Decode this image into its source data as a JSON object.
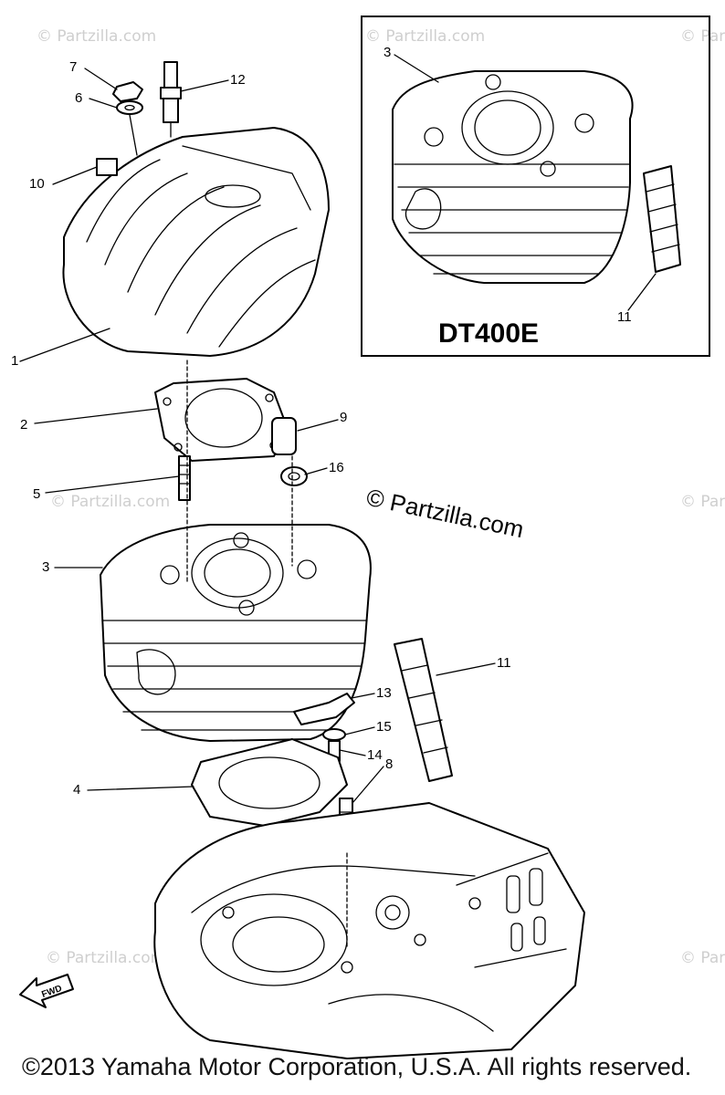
{
  "watermark": {
    "small": "© Partzilla.com",
    "center": "© Partzilla.com"
  },
  "inset": {
    "title": "DT400E",
    "callouts": [
      "3",
      "11"
    ]
  },
  "callouts": [
    {
      "id": "c7",
      "label": "7"
    },
    {
      "id": "c6",
      "label": "6"
    },
    {
      "id": "c12",
      "label": "12"
    },
    {
      "id": "c10",
      "label": "10"
    },
    {
      "id": "c1",
      "label": "1"
    },
    {
      "id": "c2",
      "label": "2"
    },
    {
      "id": "c9",
      "label": "9"
    },
    {
      "id": "c16",
      "label": "16"
    },
    {
      "id": "c5",
      "label": "5"
    },
    {
      "id": "c3",
      "label": "3"
    },
    {
      "id": "c11",
      "label": "11"
    },
    {
      "id": "c13",
      "label": "13"
    },
    {
      "id": "c15",
      "label": "15"
    },
    {
      "id": "c14",
      "label": "14"
    },
    {
      "id": "c4",
      "label": "4"
    },
    {
      "id": "c8",
      "label": "8"
    }
  ],
  "fwd_label": "FWD",
  "copyright": "©2013 Yamaha Motor Corporation, U.S.A. All rights reserved."
}
